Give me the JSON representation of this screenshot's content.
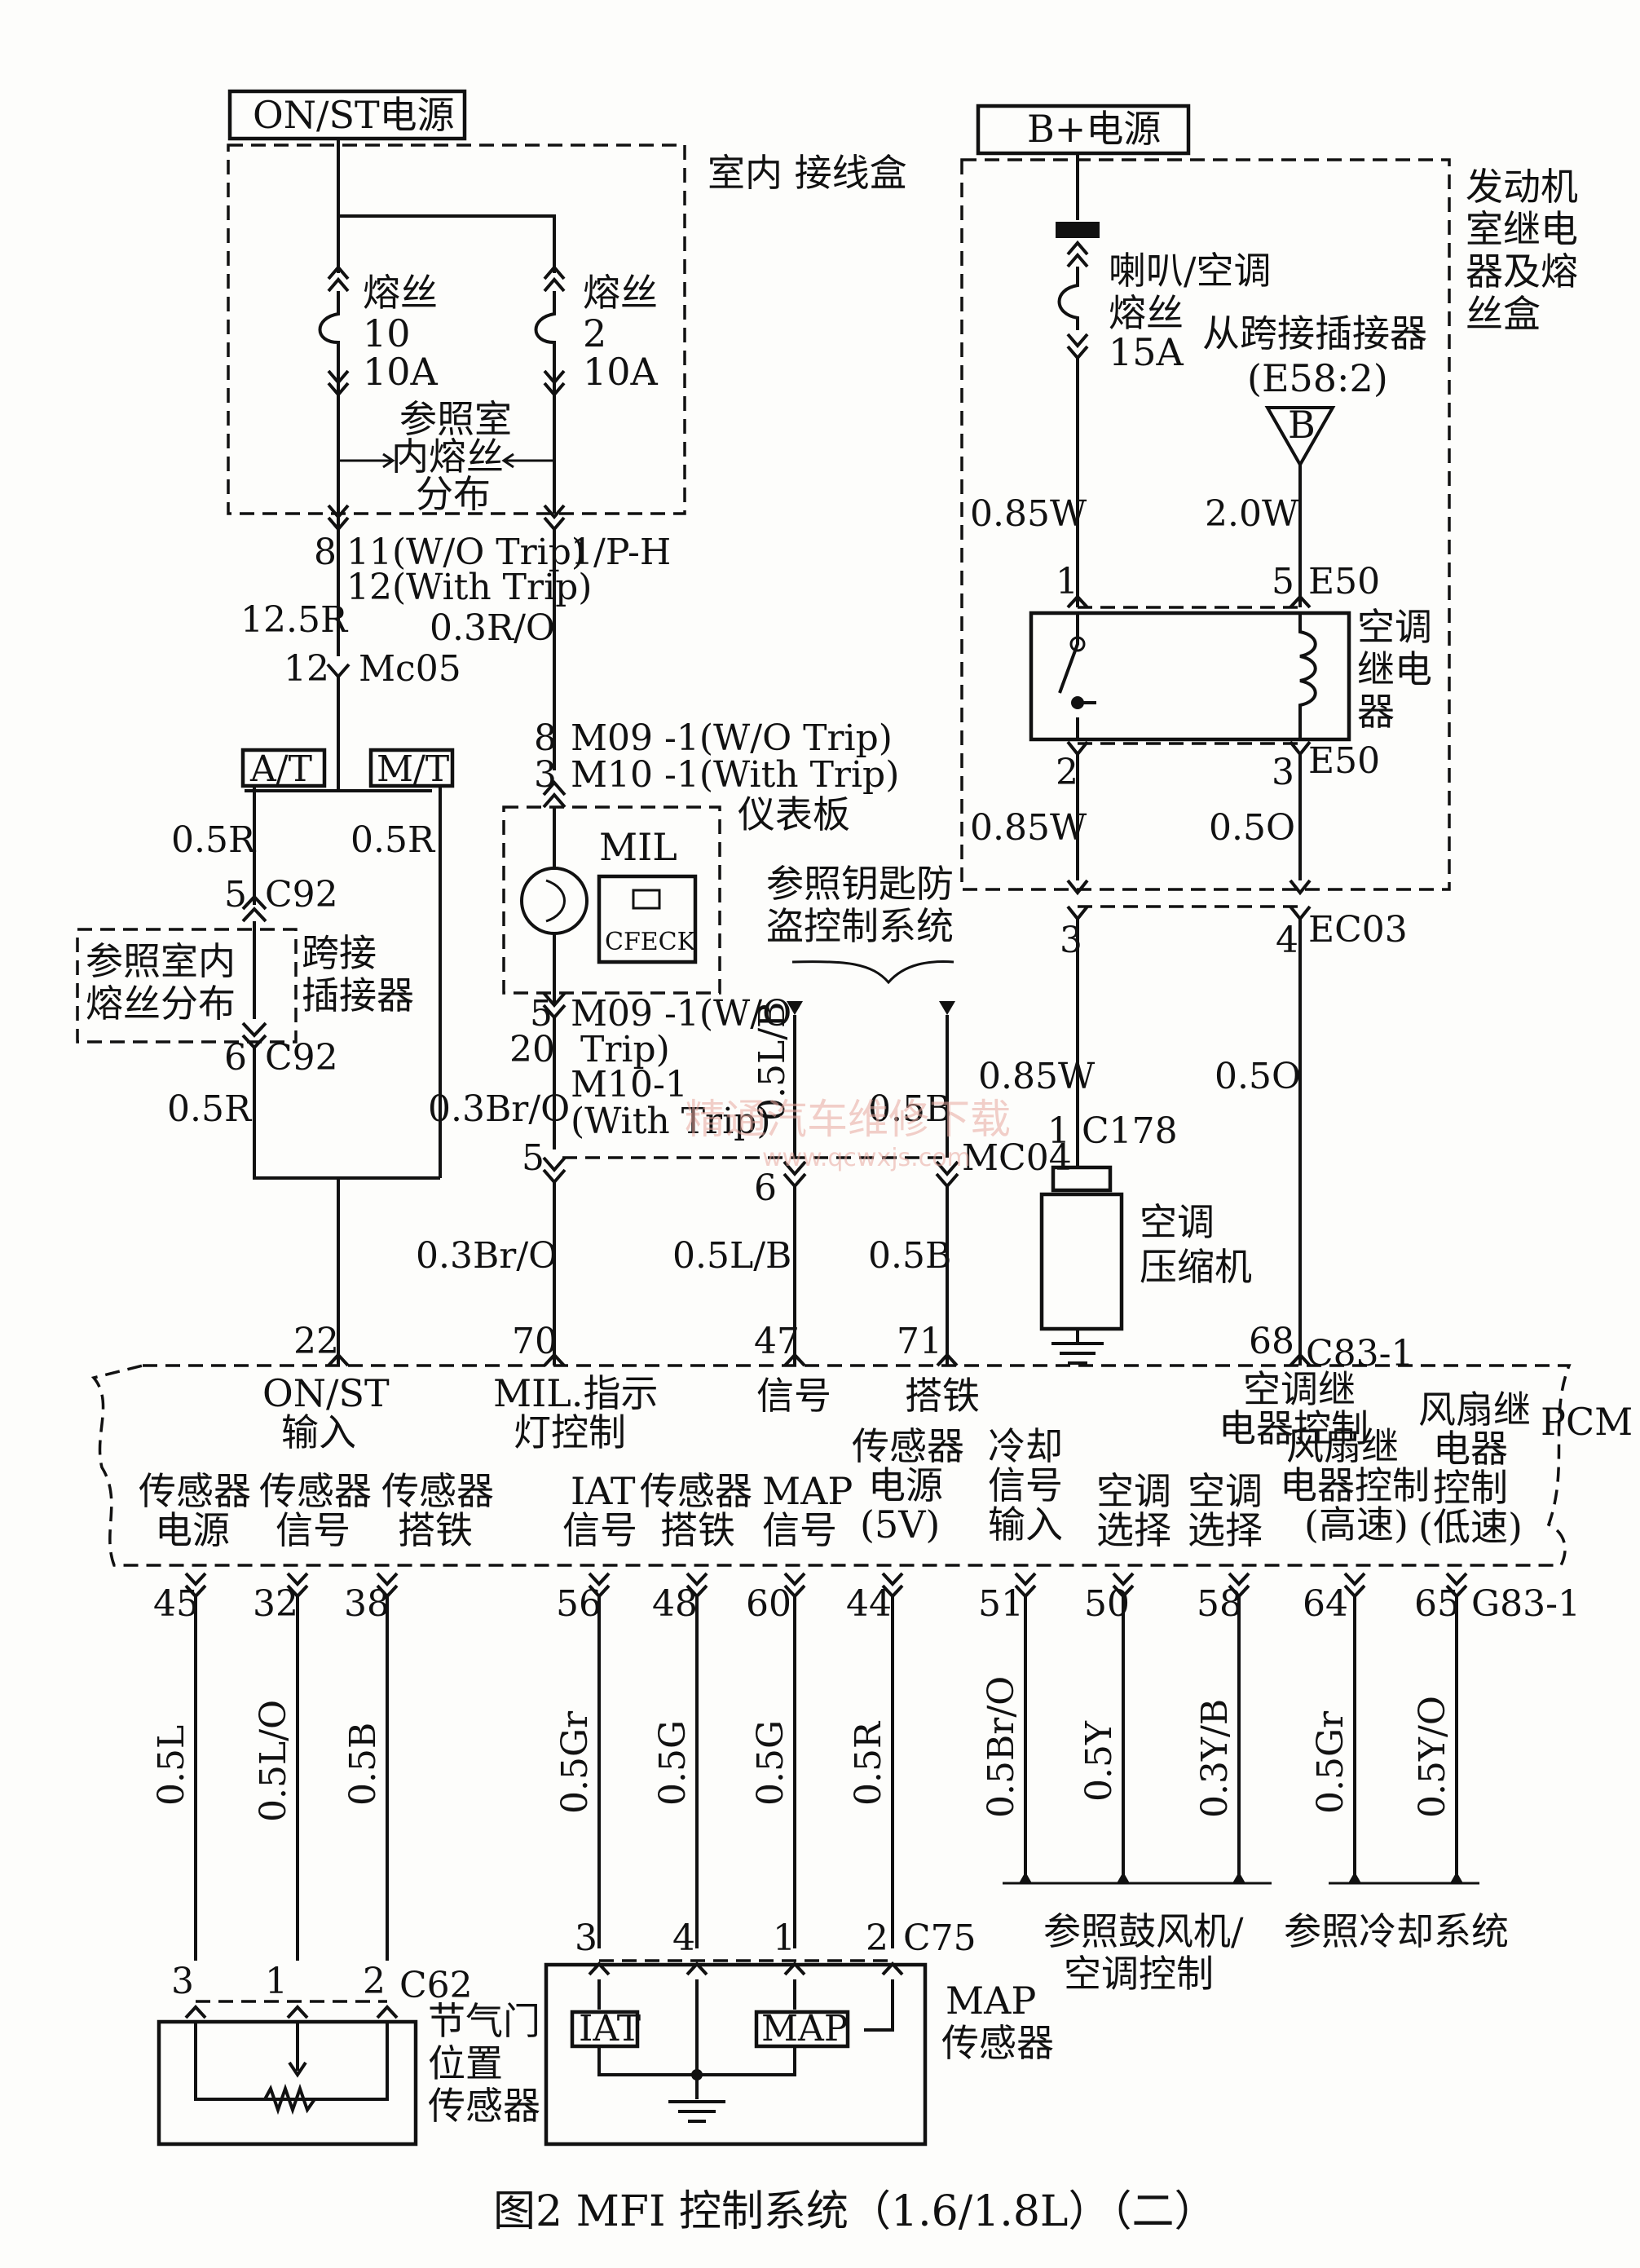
{
  "power": {
    "on_st": "ON/ST电源",
    "b_plus": "B+电源"
  },
  "boxes": {
    "interior_jb": "室内\n接线盒",
    "engine_relay_box": "发动机\n室继电\n器及熔\n丝盒",
    "instrument_panel": "仪表板",
    "pcm": "PCM"
  },
  "fuses": {
    "f10": [
      "熔丝",
      "10",
      "10A"
    ],
    "f2": [
      "熔丝",
      "2",
      "10A"
    ],
    "horn": [
      "喇叭/空调",
      "熔丝",
      "15A"
    ],
    "ref_interior": "参照室\n内熔丝\n分布"
  },
  "labels": {
    "pin8": "8",
    "trip11": "11(W/O Trip)",
    "trip12": "12(With Trip)",
    "ph": "1/P-H",
    "w125r": "12.5R",
    "w03ro": "0.3R/O",
    "pin12": "12",
    "mc05": "Mc05",
    "at": "A/T",
    "mt": "M/T",
    "w05r_a": "0.5R",
    "w05r_b": "0.5R",
    "pin5_c92": "5",
    "c92_top": "C92",
    "ref_interior2": "参照室内\n熔丝分布",
    "jumper": "跨接\n插接器",
    "pin6_c92": "6",
    "c92_bot": "C92",
    "w05r_c": "0.5R",
    "m09_8": "8",
    "m09_1": "M09 -1(W/O Trip)",
    "m10_3": "3",
    "m10_1": "M10 -1(With Trip)",
    "mil": "MIL",
    "check": "CFECK",
    "pin5_m": "5",
    "m09_1b": "M09 -1(W/O",
    "trip_b": "Trip)",
    "pin20": "20",
    "m10_1b": "M10-1",
    "with_trip_b": "(With Trip)",
    "w03bro": "0.3Br/O",
    "ref_immo": "参照钥匙防\n盗控制系统",
    "w05lb_v": "0.5L/B",
    "w05b_v": "0.5B",
    "pin5_mc04": "5",
    "pin6_mc04": "6",
    "mc04": "MC04",
    "w03bro2": "0.3Br/O",
    "w05lb": "0.5L/B",
    "w05b": "0.5B",
    "from_jumper": "从跨接插接器",
    "e58": "(E58:2)",
    "tri_b": "B",
    "w085w_a": "0.85W",
    "w20w": "2.0W",
    "pin1_e50": "1",
    "pin5_e50": "5",
    "e50_top": "E50",
    "ac_relay": "空调\n继电\n器",
    "pin2_e50": "2",
    "pin3_e50": "3",
    "e50_bot": "E50",
    "w085w_b": "0.85W",
    "w05o_a": "0.5O",
    "pin3_ec03": "3",
    "pin4_ec03": "4",
    "ec03": "EC03",
    "w085w_c": "0.85W",
    "w05o_b": "0.5O",
    "c178": "1 C178",
    "compressor": "空调\n压缩机",
    "p22": "22",
    "p70": "70",
    "p47": "47",
    "p71": "71",
    "p68": "68",
    "c83": "C83-1"
  },
  "pcm_top": {
    "on_st_in": "ON/ST\n输入",
    "mil_ctrl": "MIL.指示\n灯控制",
    "signal": "信号",
    "ground": "搭铁",
    "ac_relay_ctrl": "空调继\n电器控制"
  },
  "pcm_bottom": {
    "sensor_power": "传感器\n电源",
    "sensor_signal": "传感器\n信号",
    "sensor_ground": "传感器\n搭铁",
    "iat_signal": "IAT\n信号",
    "sensor_ground2": "传感器\n搭铁",
    "map_signal": "MAP\n信号",
    "sensor_5v": "传感器\n电源\n(5V)",
    "cool_input": "冷却\n信号\n输入",
    "ac_select1": "空调\n选择",
    "ac_select2": "空调\n选择",
    "fan_high": "风扇继\n电器控制\n(高速)",
    "fan_low": "风扇继\n电器\n控制\n(低速)"
  },
  "bottom_pins": {
    "p45": "45",
    "p32": "32",
    "p38": "38",
    "p56": "56",
    "p48": "48",
    "p60": "60",
    "p44": "44",
    "p51": "51",
    "p50": "50",
    "p58": "58",
    "p64": "64",
    "p65": "65",
    "g83": "G83-1"
  },
  "bottom_wires": {
    "a": "0.5L",
    "b": "0.5L/O",
    "c": "0.5B",
    "d": "0.5Gr",
    "e": "0.5G",
    "f": "0.5G",
    "g": "0.5R",
    "h": "0.5Br/O",
    "i": "0.5Y",
    "j": "0.3Y/B",
    "k": "0.5Gr",
    "l": "0.5Y/O"
  },
  "sensors": {
    "tps_pins": [
      "3",
      "1",
      "2"
    ],
    "c62": "C62",
    "tps_name": "节气门\n位置\n传感器",
    "map_pins": [
      "3",
      "4",
      "1",
      "2"
    ],
    "c75": "C75",
    "iat_box": "IAT",
    "map_box": "MAP",
    "map_name": "MAP\n传感器",
    "ref_blower": "参照鼓风机/\n空调控制",
    "ref_cooling": "参照冷却系统"
  },
  "watermark": {
    "main": "精通汽车维修下载",
    "url": "www.qcwxjs.com"
  },
  "caption": "图2  MFI 控制系统（1.6/1.8L）（二）"
}
